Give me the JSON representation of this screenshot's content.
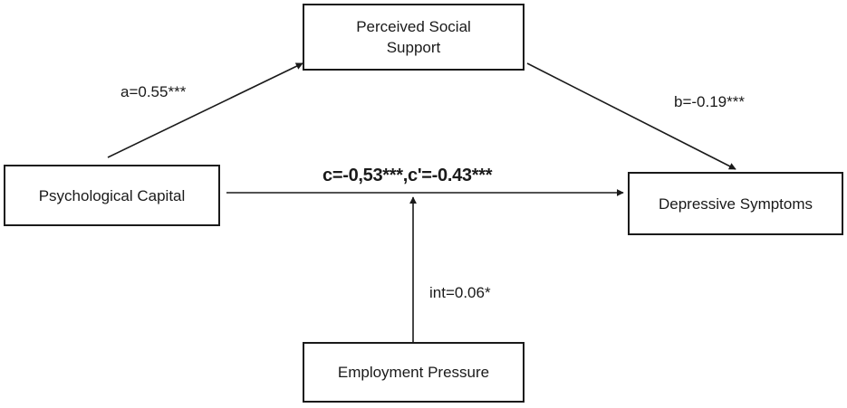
{
  "nodes": {
    "mediator": {
      "line1": "Perceived Social",
      "line2": "Support"
    },
    "predictor": {
      "label": "Psychological Capital"
    },
    "outcome": {
      "label": "Depressive Symptoms"
    },
    "moderator": {
      "label": "Employment Pressure"
    }
  },
  "paths": {
    "a": "a=0.55***",
    "b": "b=-0.19***",
    "c": "c=-0,53***,c'=-0.43***",
    "interaction": "int=0.06*"
  },
  "colors": {
    "line": "#1a1a1a",
    "background": "#ffffff"
  }
}
